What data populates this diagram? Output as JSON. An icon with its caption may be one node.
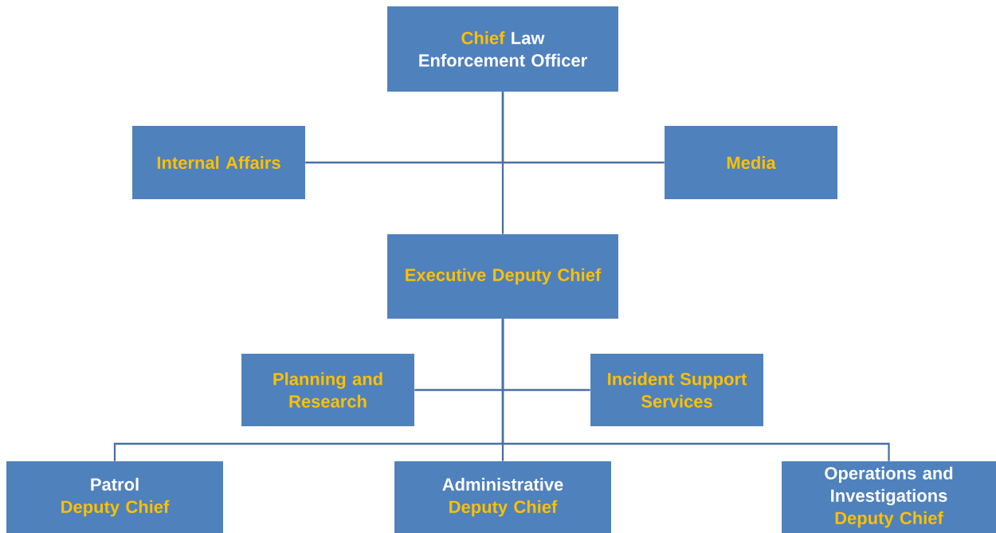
{
  "diagram": {
    "nodes": [
      {
        "text": [
          "Chief",
          "Law Enforcement Officer"
        ]
      },
      {
        "text": [
          "Internal Affairs"
        ]
      },
      {
        "text": [
          "Media"
        ]
      },
      {
        "text": [
          "Executive Deputy Chief"
        ]
      },
      {
        "text": [
          "Planning and Research"
        ]
      },
      {
        "text": [
          "Incident Support Services"
        ]
      },
      {
        "text": [
          "Patrol",
          "Deputy Chief"
        ]
      },
      {
        "text": [
          "Administrative",
          "Deputy Chief"
        ]
      },
      {
        "text": [
          "Operations and Investigations",
          "Deputy Chief"
        ]
      }
    ],
    "edges": [
      {
        "from": 0,
        "to": 1,
        "arrow": "none"
      },
      {
        "from": 0,
        "to": 2,
        "arrow": "none"
      },
      {
        "from": 0,
        "to": 3,
        "arrow": "none"
      },
      {
        "from": 3,
        "to": 4,
        "arrow": "none"
      },
      {
        "from": 3,
        "to": 5,
        "arrow": "none"
      },
      {
        "from": 3,
        "to": 6,
        "arrow": "none"
      },
      {
        "from": 3,
        "to": 7,
        "arrow": "none"
      },
      {
        "from": 3,
        "to": 8,
        "arrow": "none"
      }
    ]
  }
}
